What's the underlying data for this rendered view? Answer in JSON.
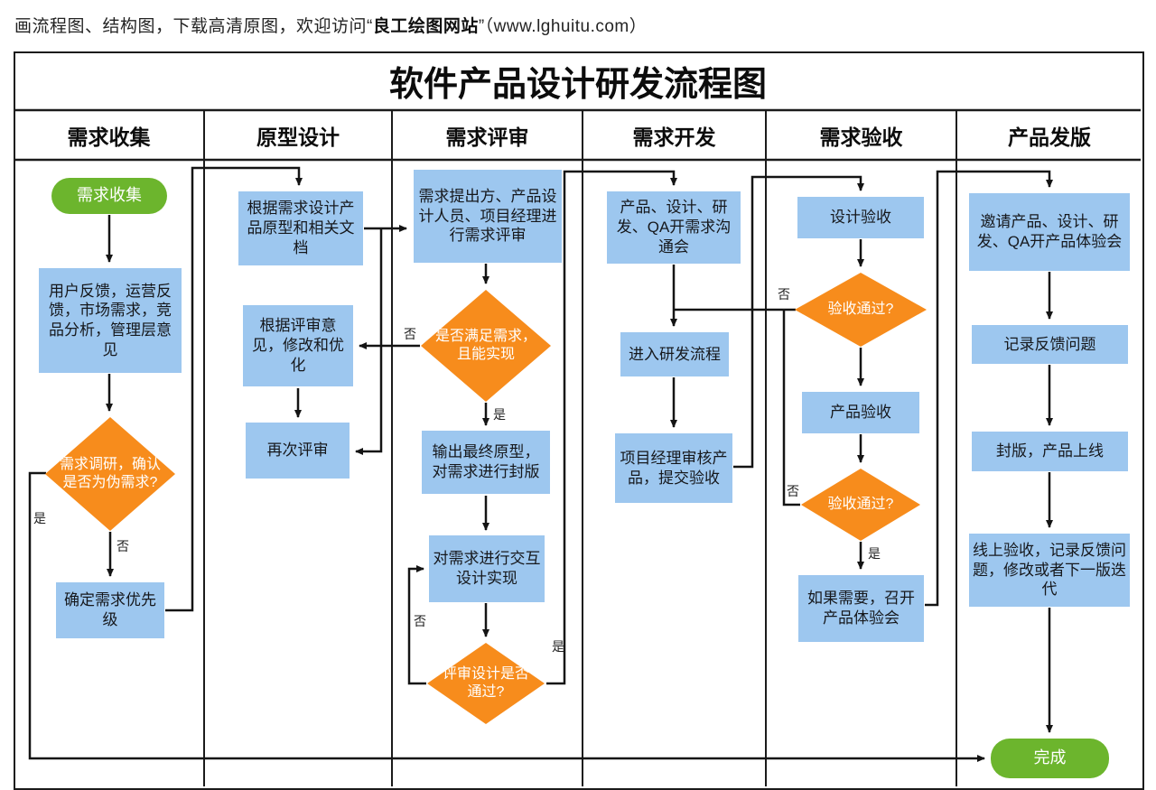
{
  "banner": {
    "prefix": "画流程图、结构图，下载高清原图，欢迎访问“",
    "site": "良工绘图网站",
    "suffix": "”（www.lghuitu.com）"
  },
  "title": "软件产品设计研发流程图",
  "columns": [
    "需求收集",
    "原型设计",
    "需求评审",
    "需求开发",
    "需求验收",
    "产品发版"
  ],
  "nodes": {
    "start": "需求收集",
    "sources": "用户反馈，运营反馈，市场需求，竞品分析，管理层意见",
    "research": "需求调研，确认是否为伪需求?",
    "priority": "确定需求优先级",
    "design_proto": "根据需求设计产品原型和相关文档",
    "revise": "根据评审意见，修改和优化",
    "rereview": "再次评审",
    "review_meeting": "需求提出方、产品设计人员、项目经理进行需求评审",
    "satisfy": "是否满足需求，且能实现",
    "finalize": "输出最终原型，对需求进行封版",
    "interaction": "对需求进行交互设计实现",
    "design_pass": "评审设计是否通过?",
    "kickoff": "产品、设计、研发、QA开需求沟通会",
    "develop": "进入研发流程",
    "pm_review": "项目经理审核产品，提交验收",
    "design_accept": "设计验收",
    "accept1": "验收通过?",
    "product_accept": "产品验收",
    "accept2": "验收通过?",
    "experience": "如果需要，召开产品体验会",
    "invite": "邀请产品、设计、研发、QA开产品体验会",
    "record": "记录反馈问题",
    "seal": "封版，产品上线",
    "online": "线上验收，记录反馈问题，修改或者下一版迭代",
    "done": "完成"
  },
  "edge_labels": {
    "yes": "是",
    "no": "否"
  },
  "colors": {
    "process_fill": "#9DC7EF",
    "decision_fill": "#F78C1C",
    "terminal_fill": "#6CB52D",
    "line": "#141414"
  }
}
